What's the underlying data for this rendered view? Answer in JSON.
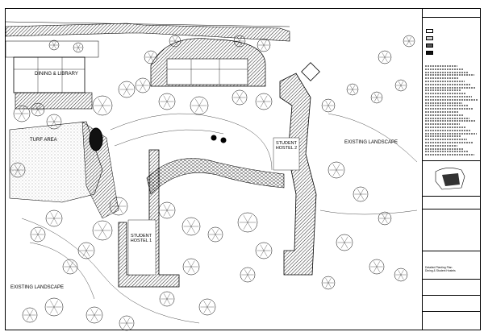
{
  "plan": {
    "labels": {
      "dining_library": "DINING & LIBRARY",
      "turf_area": "TURF AREA",
      "student_hostel_1": "STUDENT HOSTEL 1",
      "student_hostel_2": "STUDENT HOSTEL 2",
      "existing_landscape_left": "EXISTING LANDSCAPE",
      "existing_landscape_right": "EXISTING LANDSCAPE"
    }
  },
  "titleblock": {
    "drawing_title_1": "Detailed Planting Plan",
    "drawing_title_2": "Dining & Student Hostels"
  },
  "colors": {
    "ink": "#000000",
    "building_hatch": "#555555",
    "paper": "#ffffff"
  }
}
